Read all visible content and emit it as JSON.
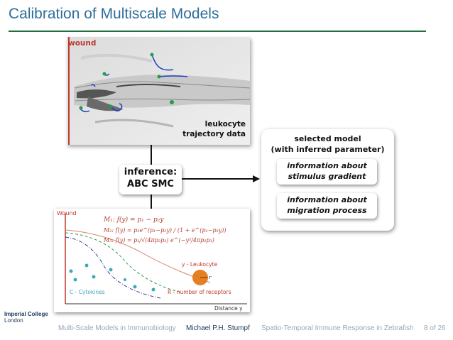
{
  "slide": {
    "title": "Calibration of Multiscale Models"
  },
  "microscopy": {
    "wound_label": "wound",
    "caption_line1": "leukocyte",
    "caption_line2": "trajectory data"
  },
  "inference": {
    "line1": "inference:",
    "line2": "ABC SMC"
  },
  "model_box": {
    "heading_line1": "selected model",
    "heading_line2": "(with inferred parameter)",
    "item1_line1": "information about",
    "item1_line2": "stimulus gradient",
    "item2_line1": "information about",
    "item2_line2": "migration process"
  },
  "plot": {
    "wound_label": "Wound",
    "m1": "M₁:  f(y) = p₁ − p₂y",
    "m2": "M₂:  f(y) = p₃e^(p₁−p₂y) / (1 + e^(p₁−p₂y))",
    "m3": "M₃:  f(y) = p₁/√(4πp₂p₃) e^(−y²/4πp₂p₃)",
    "leukocyte_label": "y - Leukocyte",
    "r_label": "r",
    "cytokines_label": "C - Cytokines",
    "receptors_label": "R - number of receptors",
    "distance_label": "Distance y"
  },
  "footer": {
    "logo_line1": "Imperial College",
    "logo_line2": "London",
    "course": "Multi-Scale Models in Immunobiology",
    "author": "Michael P.H. Stumpf",
    "talk": "Spatio-Temporal Immune Response in Zebrafish",
    "page": "8 of 26"
  },
  "colors": {
    "title": "#2f6e9b",
    "rule": "#1f6e3c",
    "wound": "#c0392b",
    "leukocyte": "#e67e22",
    "cytokine": "#3fa7b8"
  }
}
